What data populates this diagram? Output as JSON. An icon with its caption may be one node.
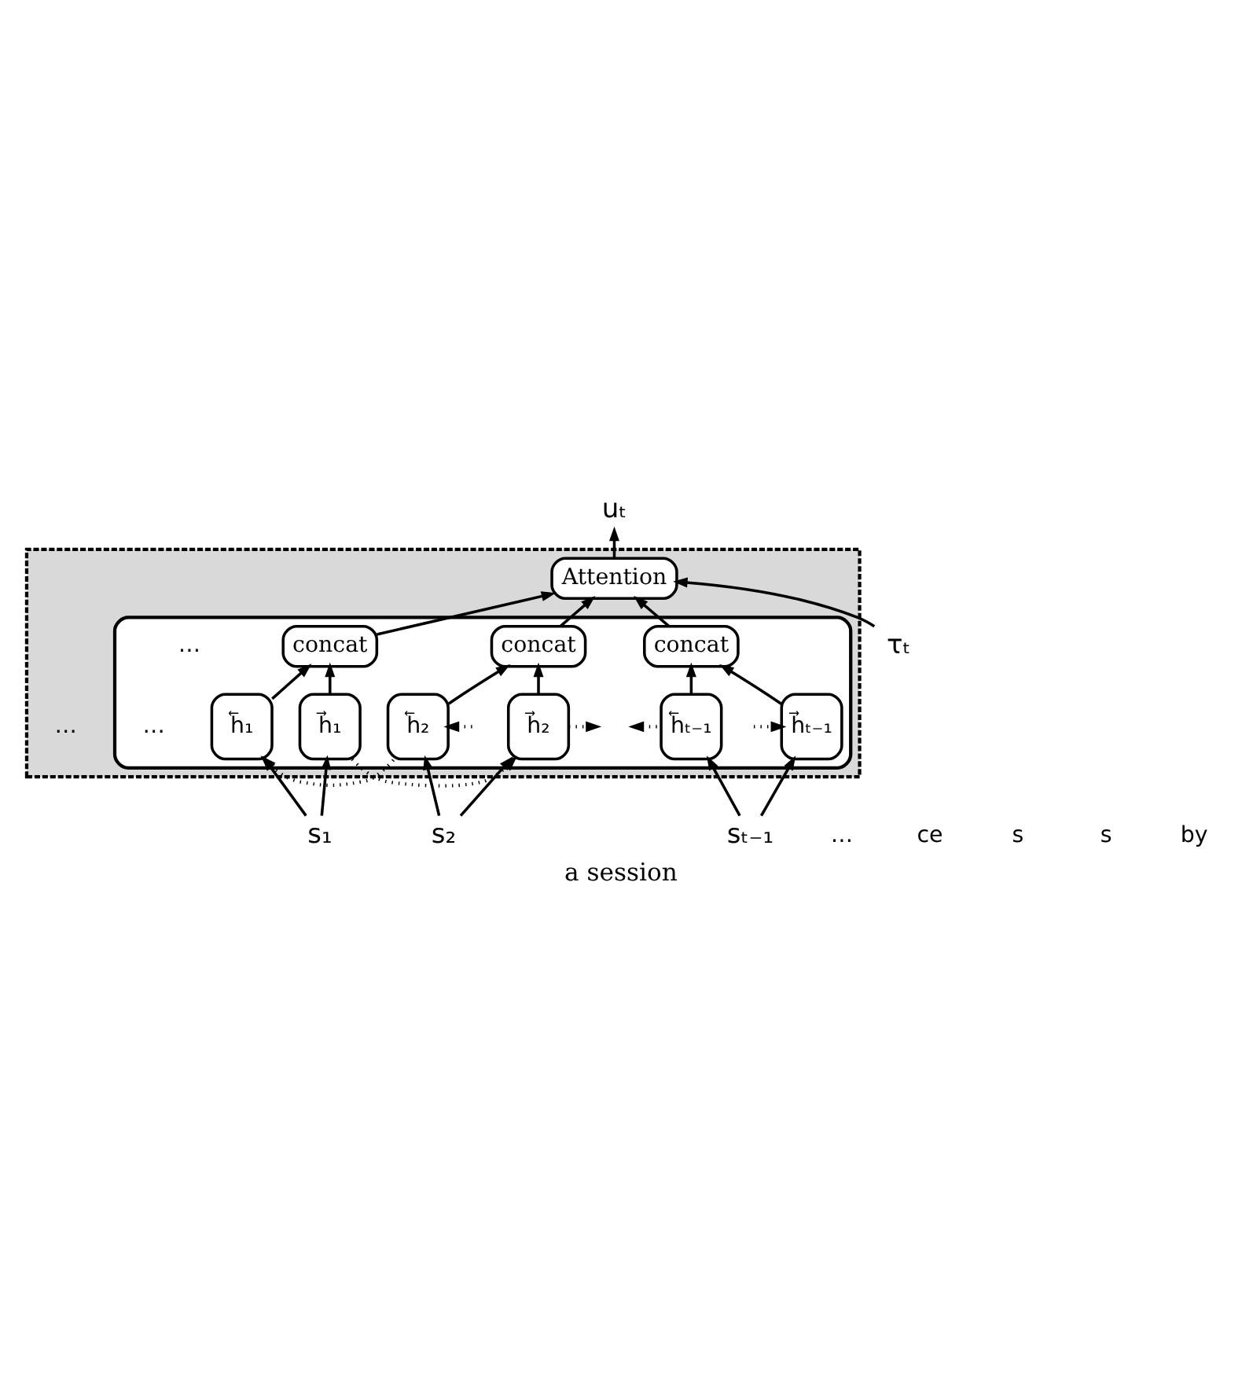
{
  "diagram": {
    "caption": "a session",
    "nodes": [
      {
        "text": [],
        "shape": "box"
      },
      {
        "text": [
          "Attention"
        ],
        "in": 0
      },
      {
        "text": [],
        "shape": "box",
        "in": 0
      },
      {
        "text": [
          "concat"
        ],
        "in": 2
      },
      {
        "text": [
          "concat"
        ],
        "in": 2
      },
      {
        "text": [
          "concat"
        ],
        "in": 2
      },
      {
        "text": [
          "h⃖₁"
        ],
        "in": 2
      },
      {
        "text": [
          "h⃖₂"
        ],
        "in": 2
      },
      {
        "text": [
          "h⃖ₜ₋₁"
        ],
        "in": 2
      },
      {
        "text": [
          "h⃗₁"
        ],
        "in": 2
      },
      {
        "text": [
          "h⃗₂"
        ],
        "in": 2
      },
      {
        "text": [
          "h⃗ₜ₋₁"
        ],
        "in": 2
      },
      {
        "text": [
          "s₁"
        ]
      },
      {
        "text": [
          "s₂"
        ]
      },
      {
        "text": [
          "sₜ₋₁"
        ]
      },
      {
        "text": [
          "uₜ"
        ]
      },
      {
        "text": [
          "τₜ"
        ]
      }
    ],
    "edges": [
      {
        "from": 16,
        "to": 1,
        "arrow": "to"
      },
      {
        "from": 1,
        "to": 15,
        "arrow": "to"
      },
      {
        "from": 3,
        "to": 1,
        "arrow": "to"
      },
      {
        "from": 4,
        "to": 1,
        "arrow": "to"
      },
      {
        "from": 5,
        "to": 1,
        "arrow": "to"
      },
      {
        "from": 6,
        "to": 3,
        "arrow": "to"
      },
      {
        "from": 9,
        "to": 3,
        "arrow": "to"
      },
      {
        "from": 7,
        "to": 4,
        "arrow": "to"
      },
      {
        "from": 10,
        "to": 4,
        "arrow": "to"
      },
      {
        "from": 8,
        "to": 5,
        "arrow": "to"
      },
      {
        "from": 11,
        "to": 5,
        "arrow": "to"
      },
      {
        "from": 12,
        "to": 6,
        "arrow": "to"
      },
      {
        "from": 12,
        "to": 9,
        "arrow": "to"
      },
      {
        "from": 13,
        "to": 7,
        "arrow": "to"
      },
      {
        "from": 13,
        "to": 10,
        "arrow": "to"
      },
      {
        "from": 14,
        "to": 8,
        "arrow": "to"
      },
      {
        "from": 14,
        "to": 11,
        "arrow": "to"
      },
      {
        "from": 7,
        "to": 6,
        "arrow": "to",
        "style": "dashed"
      },
      {
        "from": null,
        "to": 7,
        "arrow": "to",
        "style": "dashed"
      },
      {
        "from": 8,
        "to": null,
        "arrow": "to",
        "style": "dashed"
      },
      {
        "from": 9,
        "to": 10,
        "arrow": "to",
        "style": "dashed"
      },
      {
        "from": 10,
        "to": null,
        "arrow": "to",
        "style": "dashed"
      },
      {
        "from": null,
        "to": 11,
        "arrow": "to",
        "style": "dashed"
      }
    ],
    "labels": [
      "ce",
      "s",
      "…",
      "…",
      "s",
      "…",
      "by",
      "…"
    ]
  }
}
